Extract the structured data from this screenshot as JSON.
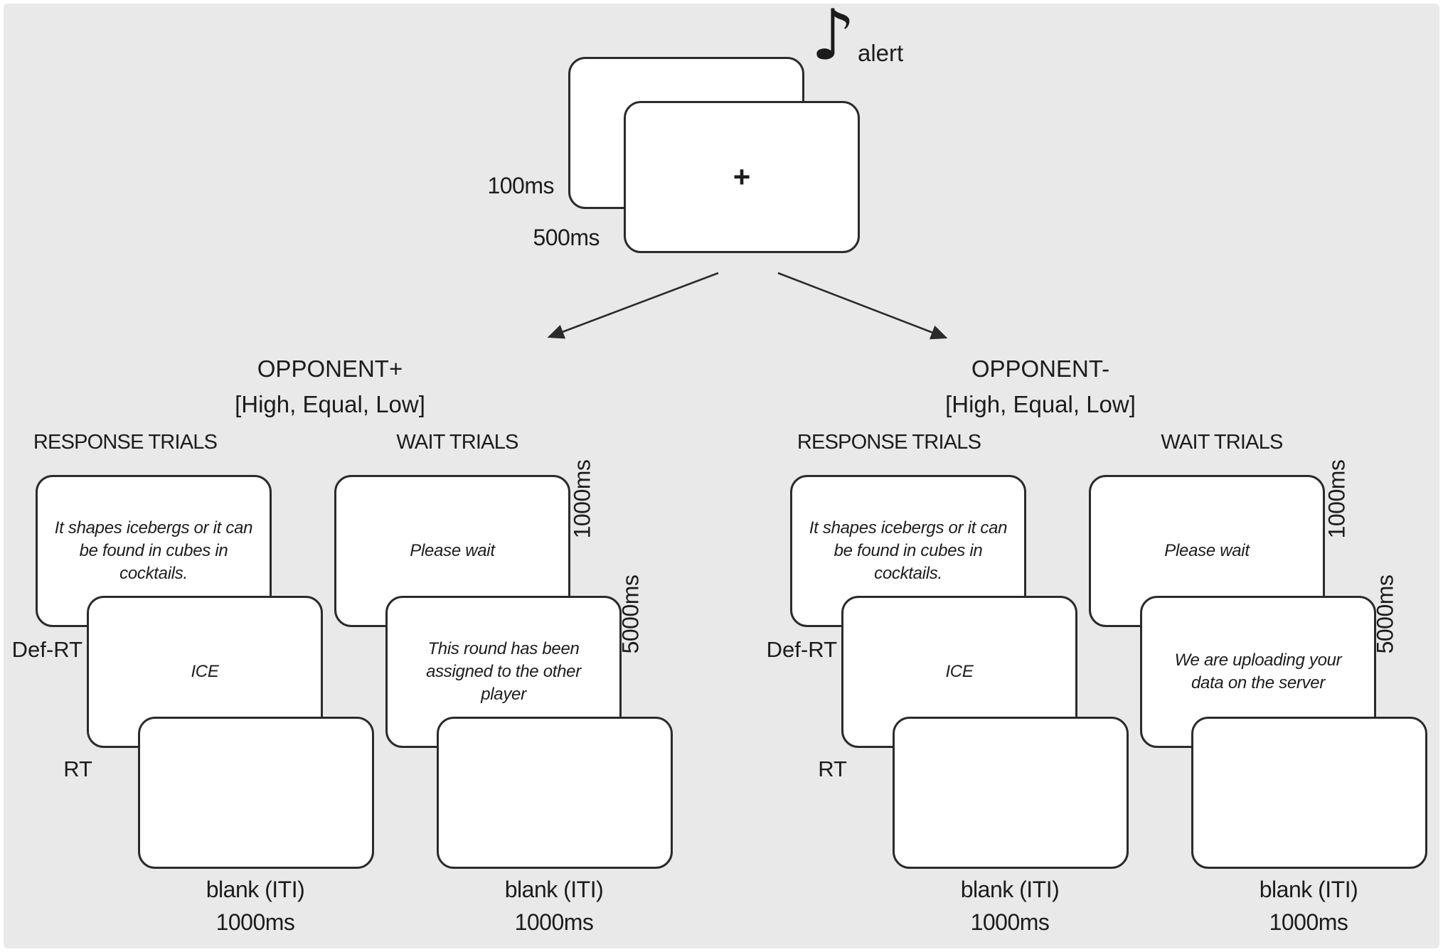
{
  "colors": {
    "panel_bg": "#e9e9e9",
    "card_bg": "#ffffff",
    "card_border": "#2b2b2b",
    "text": "#1c1c1c"
  },
  "fixation_sequence": {
    "alert_icon": "♪",
    "alert_label": "alert",
    "back_card_duration": "100ms",
    "front_card_duration": "500ms",
    "fixation_cross": "+"
  },
  "branches": [
    {
      "title": "OPPONENT+",
      "conditions": "[High, Equal, Low]",
      "response_trials": {
        "heading": "RESPONSE TRIALS",
        "definition_card_text": "It shapes icebergs or it can\nbe found in cubes in\ncocktails.",
        "definition_label": "Def-RT",
        "target_card_text": "ICE",
        "target_label": "RT",
        "iti_label": "blank (ITI)\n1000ms"
      },
      "wait_trials": {
        "heading": "WAIT TRIALS",
        "wait_card_text": "Please wait",
        "wait_card_duration": "1000ms",
        "message_card_text": "This round has been\nassigned to the other\nplayer",
        "message_card_duration": "5000ms",
        "iti_label": "blank (ITI)\n1000ms"
      }
    },
    {
      "title": "OPPONENT-",
      "conditions": "[High, Equal, Low]",
      "response_trials": {
        "heading": "RESPONSE TRIALS",
        "definition_card_text": "It shapes icebergs or it can\nbe found in cubes in\ncocktails.",
        "definition_label": "Def-RT",
        "target_card_text": "ICE",
        "target_label": "RT",
        "iti_label": "blank (ITI)\n1000ms"
      },
      "wait_trials": {
        "heading": "WAIT TRIALS",
        "wait_card_text": "Please wait",
        "wait_card_duration": "1000ms",
        "message_card_text": "We are uploading your\ndata on the server",
        "message_card_duration": "5000ms",
        "iti_label": "blank (ITI)\n1000ms"
      }
    }
  ]
}
